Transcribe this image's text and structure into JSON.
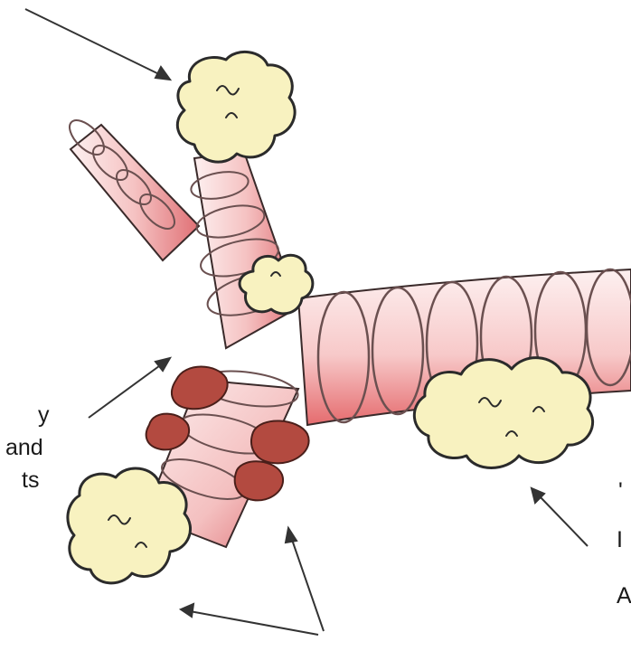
{
  "figure": {
    "colors": {
      "airway_light": "#fdf0f0",
      "airway_dark": "#e56b6e",
      "outline": "#3a2a2a",
      "mucus_fill": "#f8f2c0",
      "mucus_outline": "#2b2b2b",
      "inflammation": "#b34a40",
      "arrow": "#333333"
    },
    "icons": [
      "mucus-plug-icon",
      "airway-tube-icon",
      "swollen-tissue-icon",
      "arrow-icon"
    ],
    "fragment_labels": {
      "left_line_1": "y",
      "left_line_2": "and",
      "left_line_3": "ts",
      "right_line_1": "'",
      "right_line_2": "I",
      "right_line_3": "A"
    }
  }
}
